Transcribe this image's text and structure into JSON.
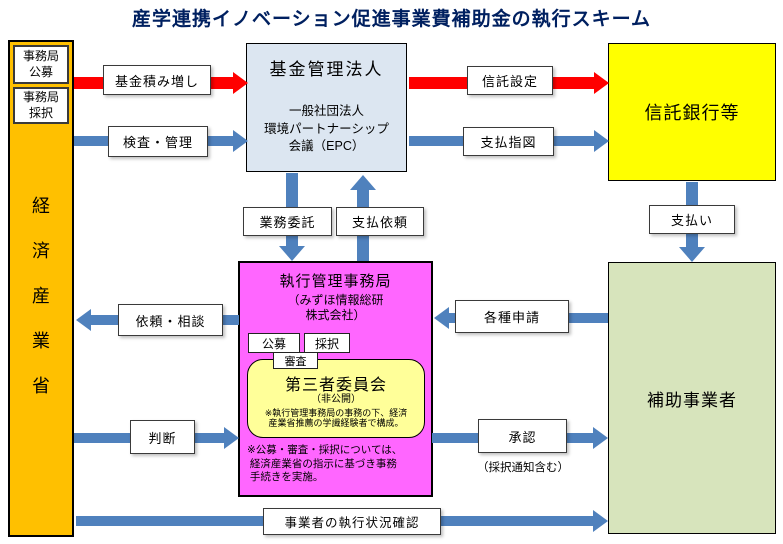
{
  "title": "産学連携イノベーション促進事業費補助金の執行スキーム",
  "colors": {
    "title_text": "#002060",
    "meti_box": "#FFC000",
    "fund_manager_box": "#DCE6F1",
    "trust_bank_box": "#FFFF00",
    "executive_office_box": "#FF66FF",
    "committee_box": "#FFFF99",
    "subsidized_business_box": "#D7E4BC",
    "arrow_blue": "#4F81BD",
    "arrow_red": "#FF0000"
  },
  "nodes": {
    "meti": {
      "name": "経済産業省",
      "sub_boxes": [
        {
          "label": "事務局\n公募"
        },
        {
          "label": "事務局\n採択"
        }
      ]
    },
    "fund_manager": {
      "title": "基金管理法人",
      "subtitle": "一般社団法人\n環境パートナーシップ\n会議（EPC）"
    },
    "trust_bank": {
      "title": "信託銀行等"
    },
    "executive_office": {
      "title": "執行管理事務局",
      "subtitle": "（みずほ情報総研\n株式会社）",
      "tags": [
        {
          "label": "公募"
        },
        {
          "label": "採択"
        }
      ],
      "note": "※公募・審査・採択については、\n 経済産業省の指示に基づき事務\n 手続きを実施。"
    },
    "committee": {
      "tag": "審査",
      "title": "第三者委員会",
      "subtitle": "（非公開）",
      "note": "※執行管理事務局の事務の下、経済\n産業省推薦の学識経験者で構成。"
    },
    "subsidized_business": {
      "title": "補助事業者"
    }
  },
  "arrows": {
    "fund_increase": {
      "label": "基金積み増し",
      "color": "red",
      "from": "経済産業省",
      "to": "基金管理法人"
    },
    "inspection_management": {
      "label": "検査・管理",
      "color": "blue",
      "from": "経済産業省",
      "to": "基金管理法人"
    },
    "trust_setting": {
      "label": "信託設定",
      "color": "red",
      "from": "基金管理法人",
      "to": "信託銀行等"
    },
    "payment_instruction": {
      "label": "支払指図",
      "color": "blue",
      "from": "基金管理法人",
      "to": "信託銀行等"
    },
    "outsourcing": {
      "label": "業務委託",
      "color": "blue",
      "from": "基金管理法人",
      "to": "執行管理事務局"
    },
    "payment_request": {
      "label": "支払依頼",
      "color": "blue",
      "from": "執行管理事務局",
      "to": "基金管理法人"
    },
    "payment": {
      "label": "支払い",
      "color": "blue",
      "from": "信託銀行等",
      "to": "補助事業者"
    },
    "request_consultation": {
      "label": "依頼・相談",
      "color": "blue",
      "from": "執行管理事務局",
      "to": "経済産業省"
    },
    "various_applications": {
      "label": "各種申請",
      "color": "blue",
      "from": "補助事業者",
      "to": "執行管理事務局"
    },
    "judgment": {
      "label": "判断",
      "color": "blue",
      "from": "経済産業省",
      "to": "執行管理事務局"
    },
    "approval": {
      "label": "承認",
      "note": "（採択通知含む）",
      "color": "blue",
      "from": "執行管理事務局",
      "to": "補助事業者"
    },
    "execution_status_check": {
      "label": "事業者の執行状況確認",
      "color": "blue",
      "from": "経済産業省",
      "to": "補助事業者"
    }
  }
}
